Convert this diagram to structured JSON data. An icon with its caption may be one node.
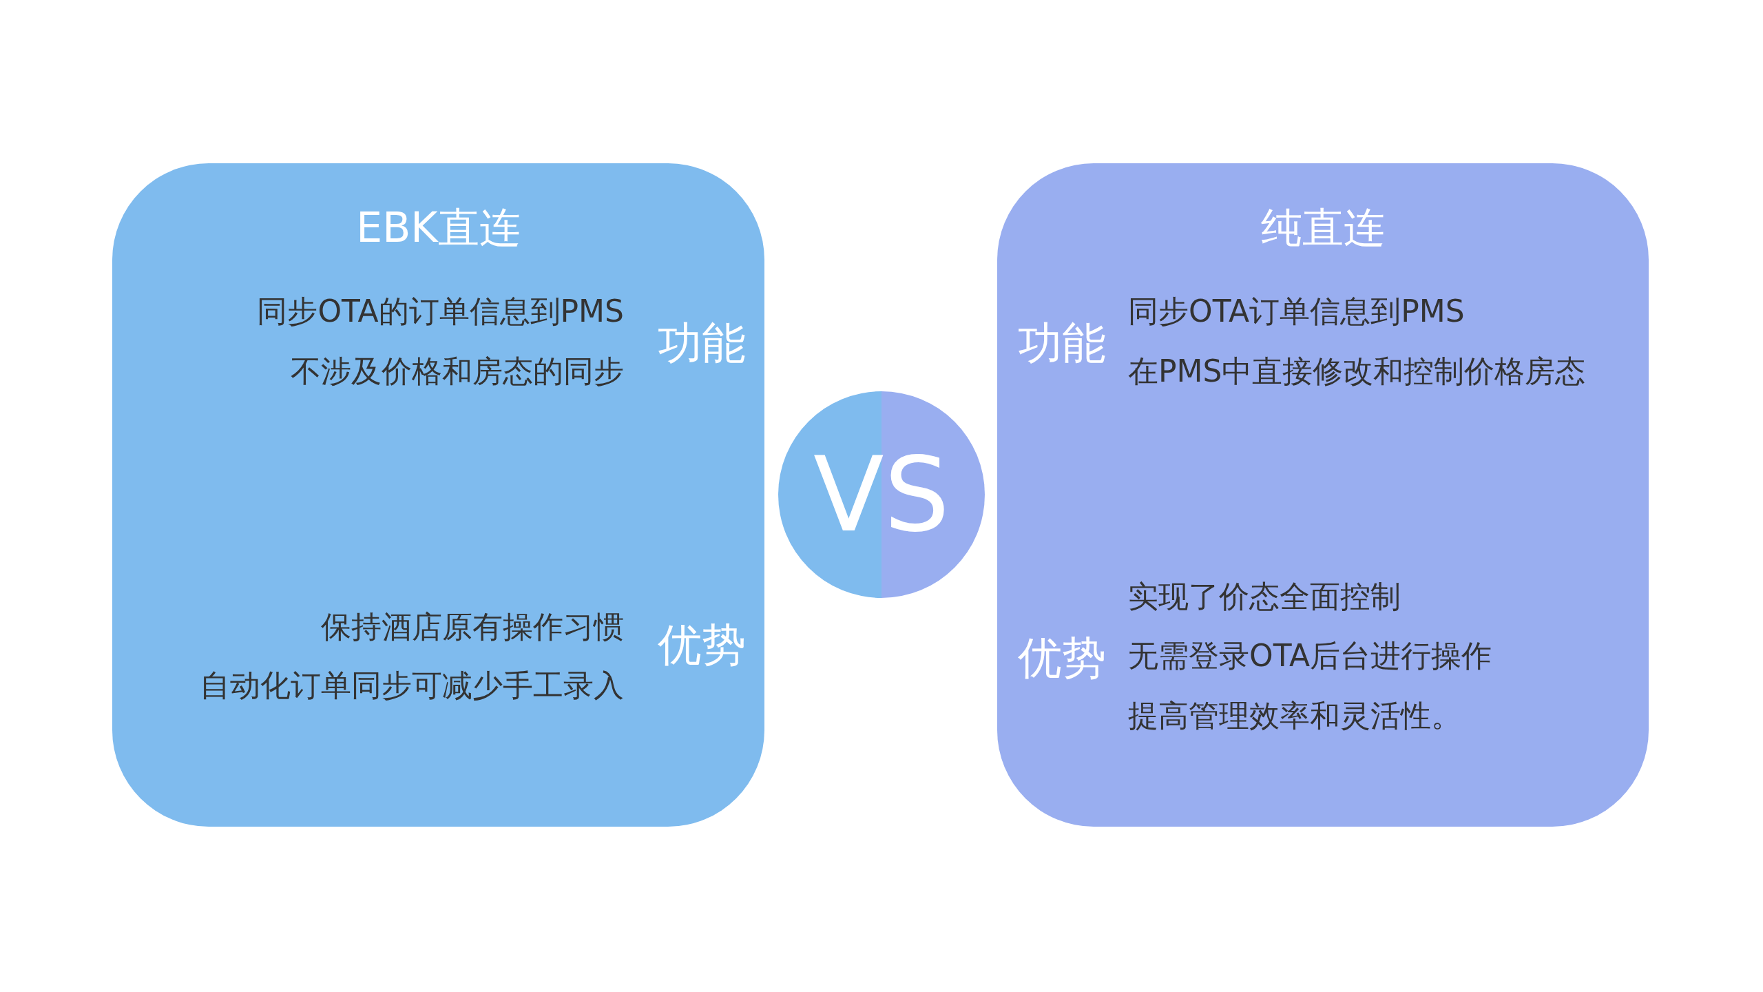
{
  "diagram": {
    "nodes": [
      {
        "text": [
          "EBK直连",
          "同步OTA的订单信息到PMS",
          "不涉及价格和房态的同步",
          "功能",
          "保持酒店原有操作习惯",
          "自动化订单同步可减少手工录入",
          "优势"
        ]
      },
      {
        "text": [
          "VS"
        ]
      },
      {
        "text": [
          "纯直连",
          "功能",
          "同步OTA订单信息到PMS",
          "在PMS中直接修改和控制价格房态",
          "优势",
          "实现了价态全面控制",
          "无需登录OTA后台进行操作",
          "提高管理效率和灵活性。"
        ]
      }
    ]
  }
}
